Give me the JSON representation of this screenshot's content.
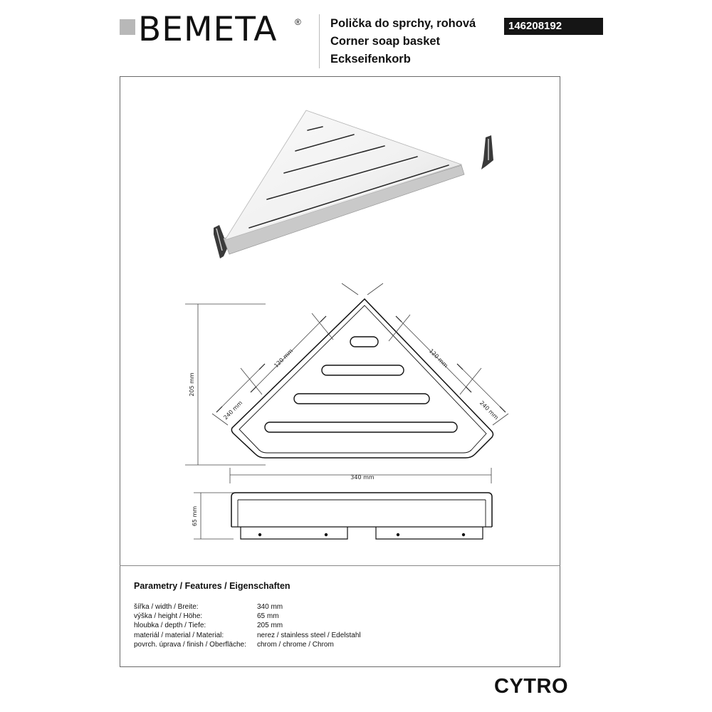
{
  "brand": {
    "logo_text": "BEMETA",
    "registered_mark": "®"
  },
  "product": {
    "title_cz": "Polička do sprchy, rohová",
    "title_en": "Corner soap basket",
    "title_de": "Eckseifenkorb",
    "code": "146208192",
    "series": "CYTRO"
  },
  "dimensions": {
    "side_left_half": "120 mm",
    "side_right_half": "120 mm",
    "side_left_full": "240 mm",
    "side_right_full": "240 mm",
    "depth": "205 mm",
    "width": "340 mm",
    "height": "65 mm"
  },
  "features": {
    "title": "Parametry / Features / Eigenschaften",
    "rows": [
      {
        "label": "šířka / width / Breite:",
        "value": "340 mm"
      },
      {
        "label": "výška / height / Höhe:",
        "value": "65 mm"
      },
      {
        "label": "hloubka / depth / Tiefe:",
        "value": "205 mm"
      },
      {
        "label": "materiál / material / Material:",
        "value": "nerez / stainless steel / Edelstahl"
      },
      {
        "label": "povrch. úprava / finish / Oberfläche:",
        "value": "chrom / chrome / Chrom"
      }
    ]
  }
}
